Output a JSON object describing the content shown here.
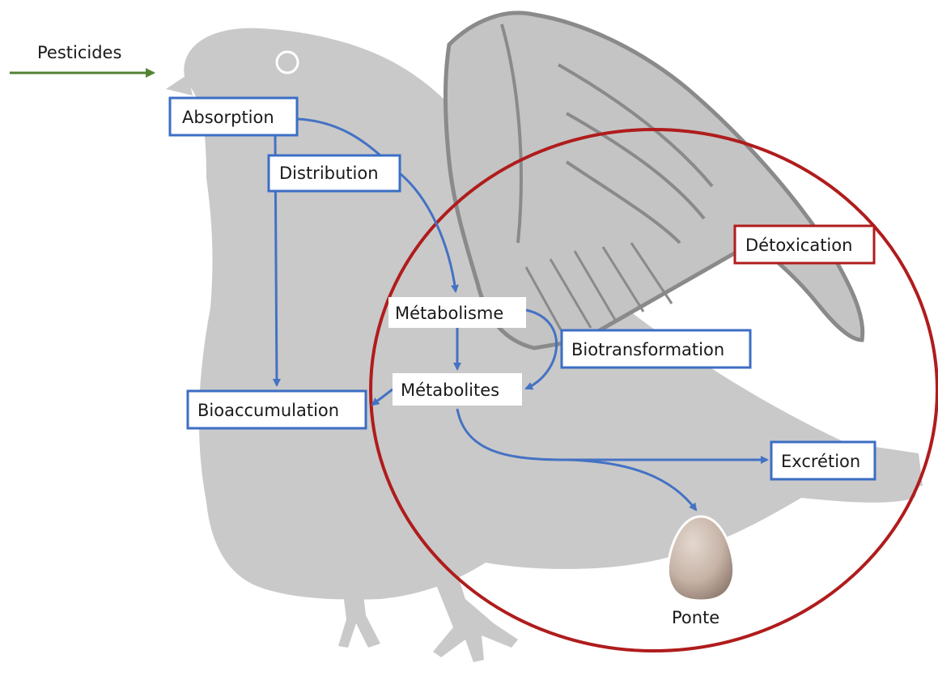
{
  "labels": {
    "pesticides": "Pesticides",
    "absorption": "Absorption",
    "distribution": "Distribution",
    "metabolisme": "Métabolisme",
    "biotransformation": "Biotransformation",
    "metabolites": "Métabolites",
    "bioaccumulation": "Bioaccumulation",
    "detoxication": "Détoxication",
    "excretion": "Excrétion",
    "ponte": "Ponte"
  },
  "colors": {
    "flow_arrows": "#4472c4",
    "box_border_blue": "#3c6ec4",
    "detox_circle": "#b01c1c",
    "input_arrow": "#548235",
    "bird_silhouette": "#c9c9c9",
    "egg": "#c6b3a6"
  },
  "icons": {
    "bird": "pigeon-silhouette",
    "egg": "egg-icon"
  }
}
